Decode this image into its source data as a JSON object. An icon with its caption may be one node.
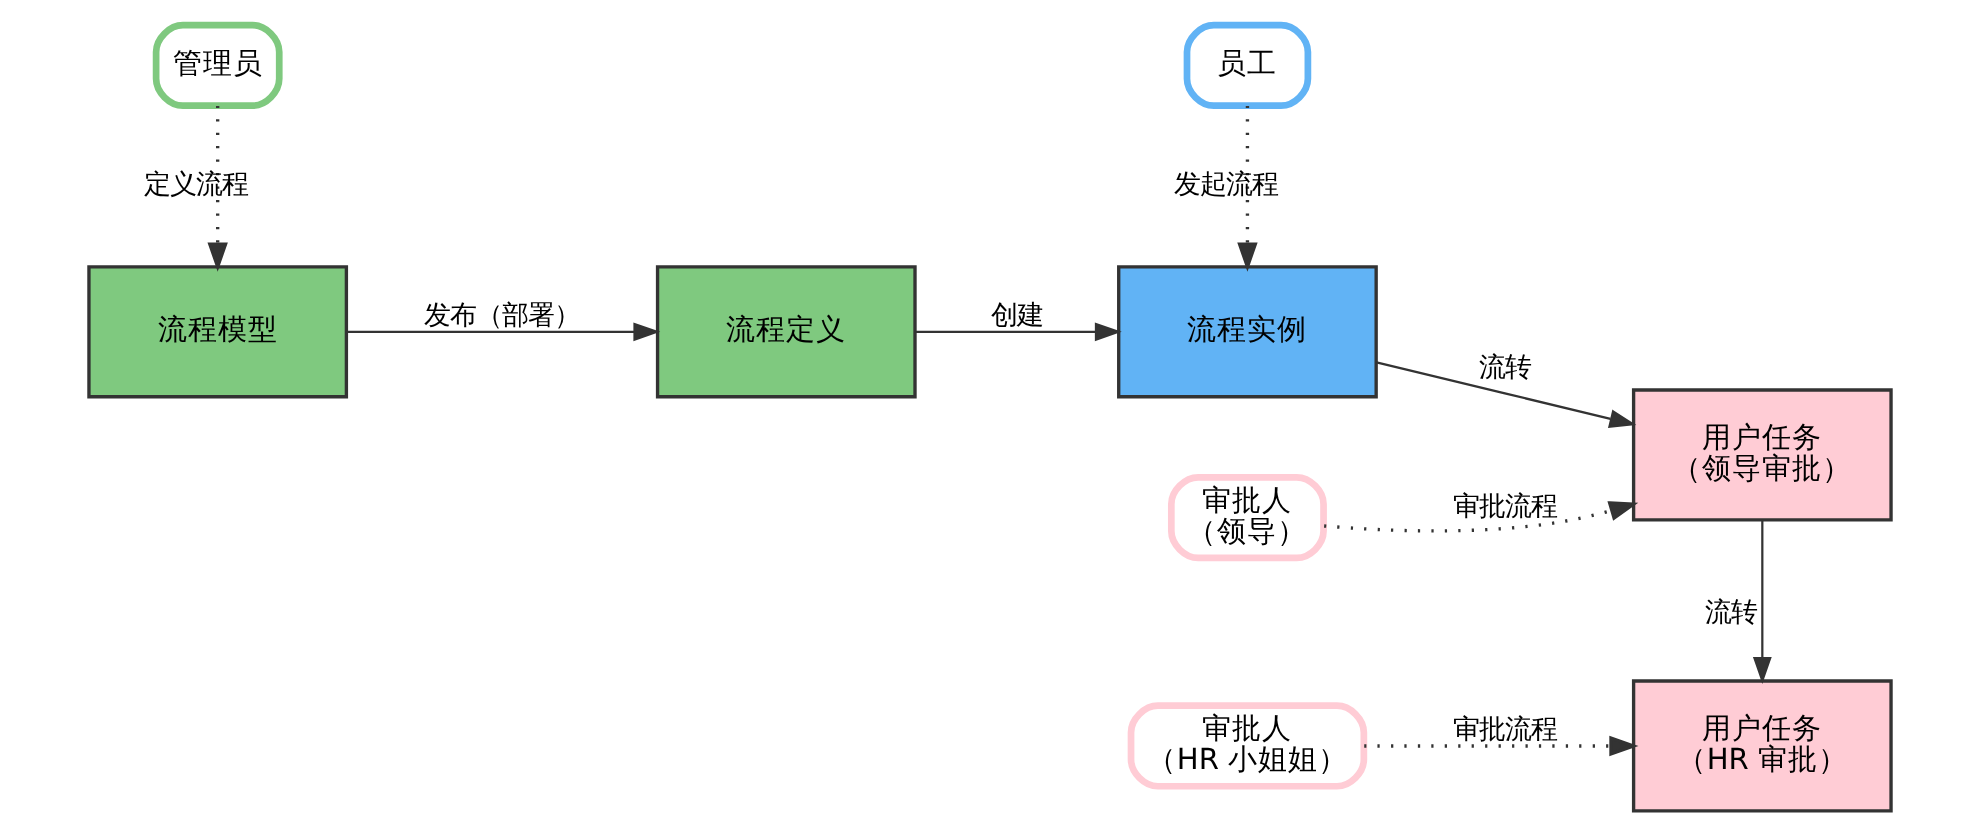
{
  "diagram": {
    "nodes": [
      {
        "text": [
          "管理员"
        ]
      },
      {
        "text": [
          "流程模型"
        ]
      },
      {
        "text": [
          "流程定义"
        ]
      },
      {
        "text": [
          "流程实例"
        ]
      },
      {
        "text": [
          "用户任务",
          "（领导审批）"
        ]
      },
      {
        "text": [
          "用户任务",
          "（HR 审批）"
        ]
      },
      {
        "text": [
          "审批人",
          "（领导）"
        ]
      },
      {
        "text": [
          "审批人",
          "（HR 小姐姐）"
        ]
      },
      {
        "text": [
          "员工"
        ]
      }
    ],
    "edges": [
      {
        "from": 0,
        "to": 1,
        "arrow": "to",
        "label": "定义流程",
        "style": "dashed"
      },
      {
        "from": 1,
        "to": 2,
        "arrow": "to",
        "label": "发布（部署）"
      },
      {
        "from": 2,
        "to": 3,
        "arrow": "to",
        "label": "创建"
      },
      {
        "from": 3,
        "to": 4,
        "arrow": "to",
        "label": "流转"
      },
      {
        "from": 4,
        "to": 5,
        "arrow": "to",
        "label": "流转"
      },
      {
        "from": 6,
        "to": 4,
        "arrow": "to",
        "label": "审批流程",
        "style": "dashed"
      },
      {
        "from": 7,
        "to": 5,
        "arrow": "to",
        "label": "审批流程",
        "style": "dashed"
      },
      {
        "from": 8,
        "to": 3,
        "arrow": "to",
        "label": "发起流程",
        "style": "dashed"
      }
    ]
  }
}
